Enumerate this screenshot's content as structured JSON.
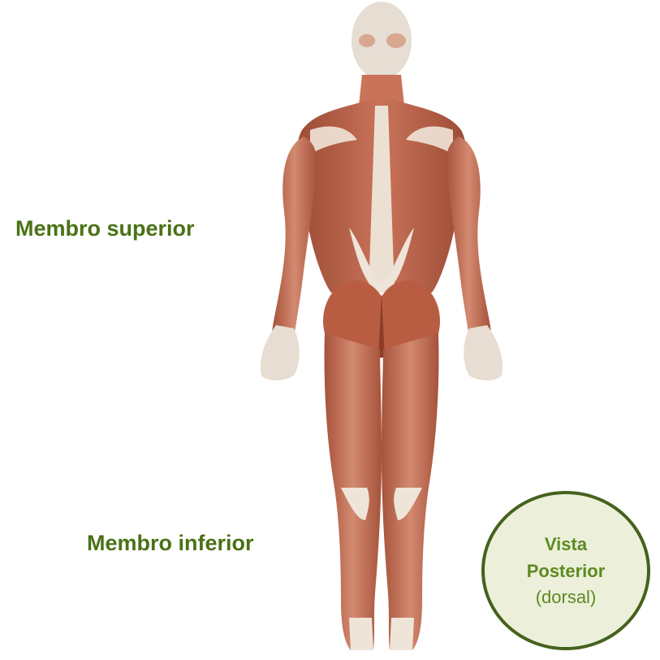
{
  "labels": {
    "upper_limb": "Membro superior",
    "lower_limb": "Membro inferior"
  },
  "badge": {
    "line1": "Vista",
    "line2": "Posterior",
    "line3": "(dorsal)"
  },
  "colors": {
    "label_text": "#4a7216",
    "badge_fill": "#ecf0da",
    "badge_border": "#45621c",
    "badge_text": "#5d8a21",
    "muscle": "#b85d42",
    "tendon": "#efe4d8"
  }
}
